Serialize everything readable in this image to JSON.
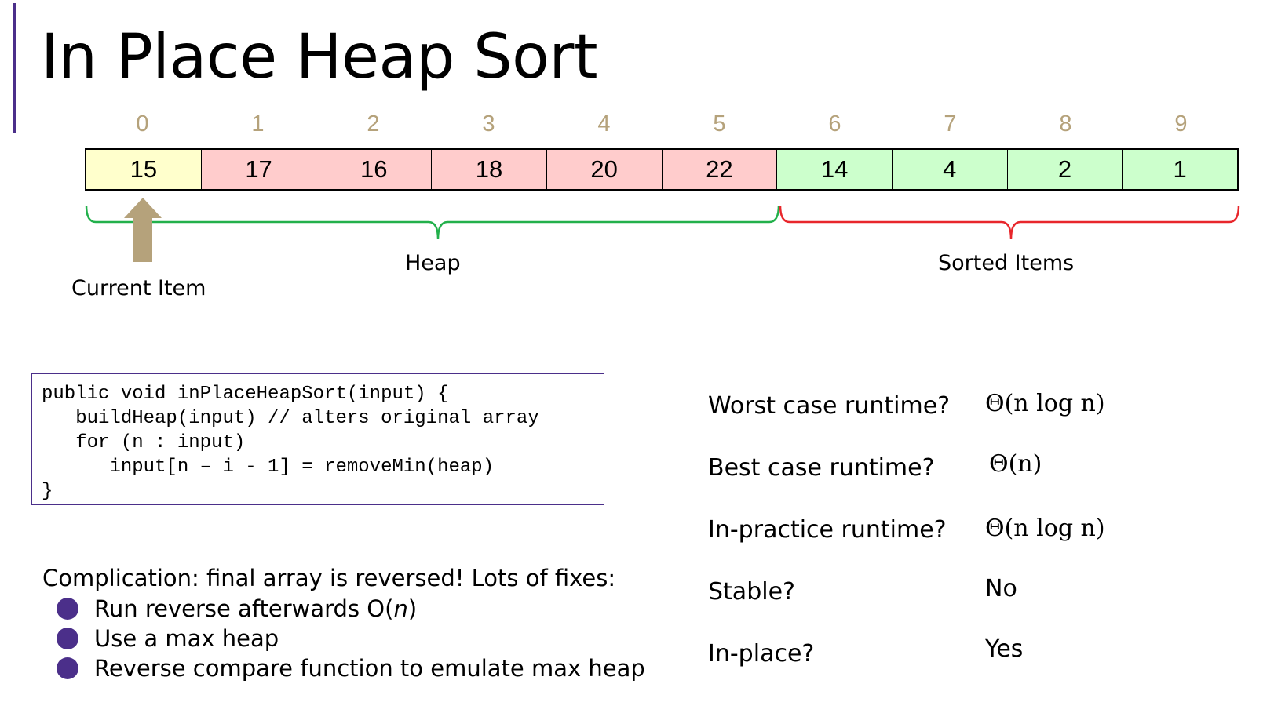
{
  "title": "In Place Heap Sort",
  "array": {
    "indices": [
      "0",
      "1",
      "2",
      "3",
      "4",
      "5",
      "6",
      "7",
      "8",
      "9"
    ],
    "values": [
      "15",
      "17",
      "16",
      "18",
      "20",
      "22",
      "14",
      "4",
      "2",
      "1"
    ],
    "regions": [
      "current",
      "heap",
      "heap",
      "heap",
      "heap",
      "heap",
      "sorted",
      "sorted",
      "sorted",
      "sorted"
    ]
  },
  "labels": {
    "current_item": "Current Item",
    "heap": "Heap",
    "sorted_items": "Sorted Items"
  },
  "code": [
    "public void inPlaceHeapSort(input) {",
    "   buildHeap(input) // alters original array",
    "   for (n : input)",
    "      input[n – i - 1] = removeMin(heap)",
    "}"
  ],
  "complication": {
    "heading": "Complication: final array is reversed! Lots of fixes:",
    "bullets": [
      {
        "prefix": "Run reverse afterwards O(",
        "italic": "n",
        "suffix": ")"
      },
      {
        "prefix": "Use a max heap",
        "italic": "",
        "suffix": ""
      },
      {
        "prefix": "Reverse compare function to emulate max heap",
        "italic": "",
        "suffix": ""
      }
    ]
  },
  "qa": [
    {
      "question": "Worst case runtime?",
      "answer": "Θ(n log n)"
    },
    {
      "question": "Best case runtime?",
      "answer": "Θ(n)"
    },
    {
      "question": "In-practice runtime?",
      "answer": "Θ(n log n)"
    },
    {
      "question": "Stable?",
      "answer": "No"
    },
    {
      "question": "In-place?",
      "answer": "Yes"
    }
  ],
  "colors": {
    "accent": "#4b2f8a",
    "index_text": "#b5a27b",
    "current_cell": "#ffffcc",
    "heap_cell": "#ffcccc",
    "sorted_cell": "#ccffcc",
    "heap_brace": "#22b04b",
    "sorted_brace": "#e8262b",
    "arrow": "#b5a27b"
  }
}
